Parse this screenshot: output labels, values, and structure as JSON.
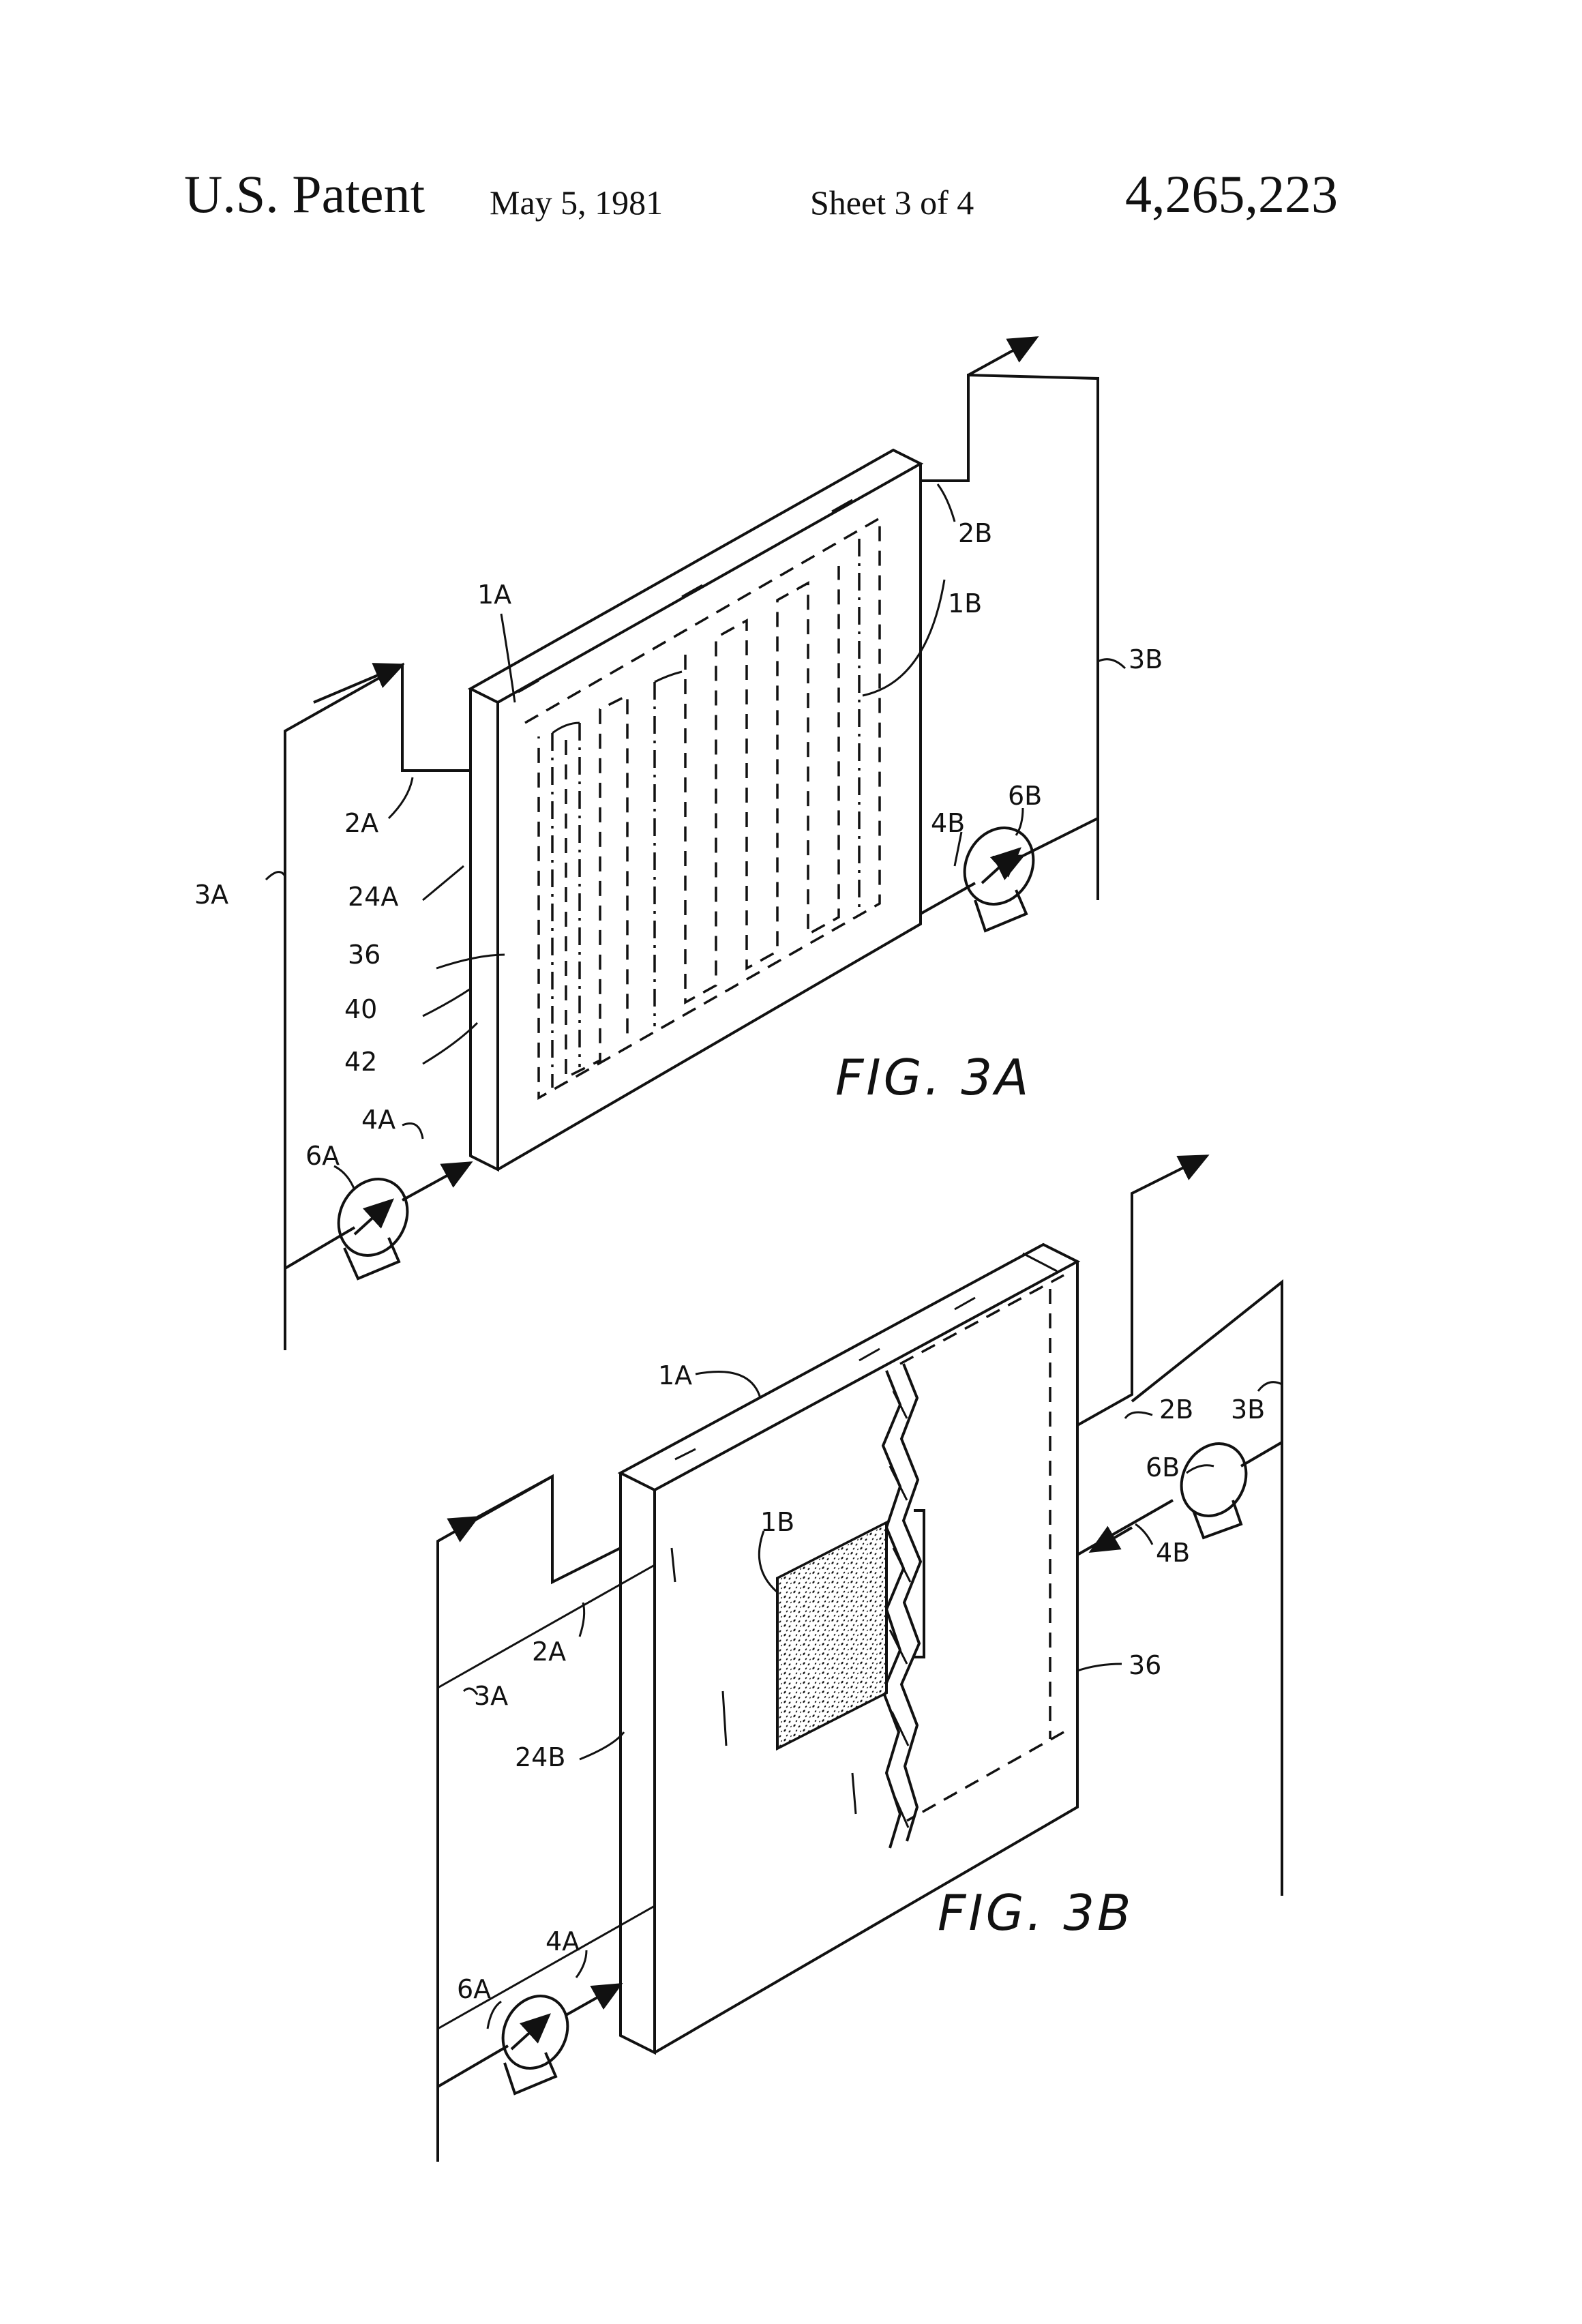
{
  "header": {
    "patent_label": "U.S. Patent",
    "date": "May 5, 1981",
    "sheet": "Sheet 3 of 4",
    "patent_number": "4,265,223"
  },
  "fig3a": {
    "caption": "FIG. 3A",
    "labels": {
      "l1A": "1A",
      "l1B": "1B",
      "l2A": "2A",
      "l2B": "2B",
      "l3A": "3A",
      "l3B": "3B",
      "l4A": "4A",
      "l4B": "4B",
      "l6A": "6A",
      "l6B": "6B",
      "l24A": "24A",
      "l36": "36",
      "l40": "40",
      "l42": "42"
    }
  },
  "fig3b": {
    "caption": "FIG. 3B",
    "labels": {
      "l1A": "1A",
      "l1B": "1B",
      "l2A": "2A",
      "l2B": "2B",
      "l3A": "3A",
      "l3B": "3B",
      "l4A": "4A",
      "l4B": "4B",
      "l6A": "6A",
      "l6B": "6B",
      "l24B": "24B",
      "l36": "36"
    }
  }
}
